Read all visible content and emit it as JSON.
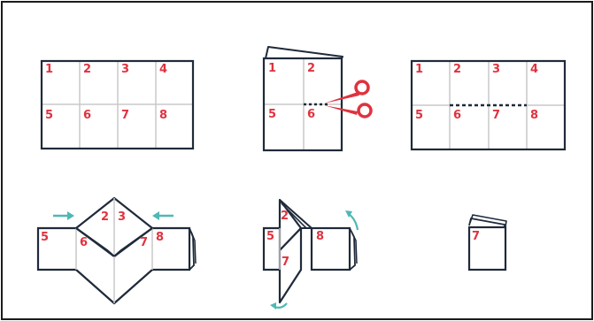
{
  "colors": {
    "outline": "#1f2a3a",
    "fold_line": "#c8c8c8",
    "number": "#e0323f",
    "scissors": "#e0323f",
    "arrow": "#4fb8b4",
    "cut_line": "#1f2a3a"
  },
  "icons": {
    "scissors": "scissors-icon",
    "arrow": "arrow-icon"
  },
  "steps": {
    "step1": {
      "numbers": [
        "1",
        "2",
        "3",
        "4",
        "5",
        "6",
        "7",
        "8"
      ]
    },
    "step2": {
      "numbers": [
        "1",
        "2",
        "5",
        "6"
      ]
    },
    "step3": {
      "numbers": [
        "1",
        "2",
        "3",
        "4",
        "5",
        "6",
        "7",
        "8"
      ]
    },
    "step4": {
      "numbers": [
        "2",
        "3",
        "5",
        "6",
        "7",
        "8"
      ]
    },
    "step5": {
      "numbers": [
        "2",
        "5",
        "8",
        "7"
      ]
    },
    "step6": {
      "numbers": [
        "7"
      ]
    }
  }
}
